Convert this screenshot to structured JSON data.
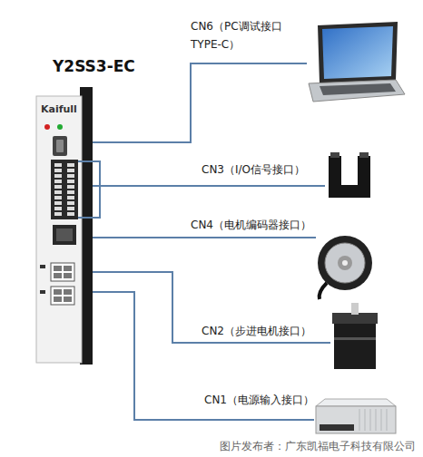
{
  "diagram": {
    "title": "Y2SS3-EC",
    "caption": "图片发布者：广东凯福电子科技有限公司",
    "nodes": [
      {
        "text": [
          "Kaifull"
        ]
      },
      {
        "text": [
          "CN6（PC调试接口 TYPE-C）"
        ]
      },
      {
        "text": [
          "CN3（I/O信号接口）"
        ]
      },
      {
        "text": [
          "CN4（电机编码器接口）"
        ]
      },
      {
        "text": [
          "CN2（步进电机接口）"
        ]
      },
      {
        "text": [
          "CN1（电源输入接口）"
        ]
      }
    ],
    "edges": [
      {
        "from": 0,
        "to": 1,
        "arrow": "none"
      },
      {
        "from": 0,
        "to": 2,
        "arrow": "none"
      },
      {
        "from": 0,
        "to": 3,
        "arrow": "none"
      },
      {
        "from": 0,
        "to": 4,
        "arrow": "none"
      },
      {
        "from": 0,
        "to": 5,
        "arrow": "none"
      }
    ]
  }
}
